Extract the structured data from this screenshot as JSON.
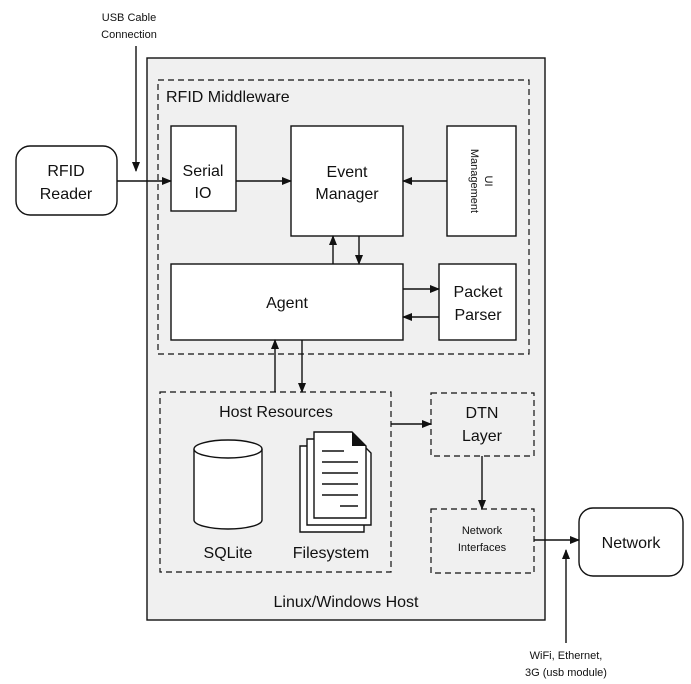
{
  "labels": {
    "usb_line1": "USB Cable",
    "usb_line2": "Connection",
    "rfid_reader_line1": "RFID",
    "rfid_reader_line2": "Reader",
    "rfid_middleware": "RFID Middleware",
    "serial_io_line1": "Serial",
    "serial_io_line2": "IO",
    "event_manager_line1": "Event",
    "event_manager_line2": "Manager",
    "ui_management_line1": "UI",
    "ui_management_line2": "Management",
    "agent": "Agent",
    "packet_parser_line1": "Packet",
    "packet_parser_line2": "Parser",
    "host_resources": "Host Resources",
    "sqlite": "SQLite",
    "filesystem": "Filesystem",
    "dtn_line1": "DTN",
    "dtn_line2": "Layer",
    "network_interfaces_line1": "Network",
    "network_interfaces_line2": "Interfaces",
    "network": "Network",
    "host": "Linux/Windows Host",
    "wifi_line1": "WiFi, Ethernet,",
    "wifi_line2": "3G (usb module)"
  },
  "colors": {
    "host_fill": "#f0f0f0",
    "stroke": "#111111",
    "box_fill": "#ffffff"
  }
}
